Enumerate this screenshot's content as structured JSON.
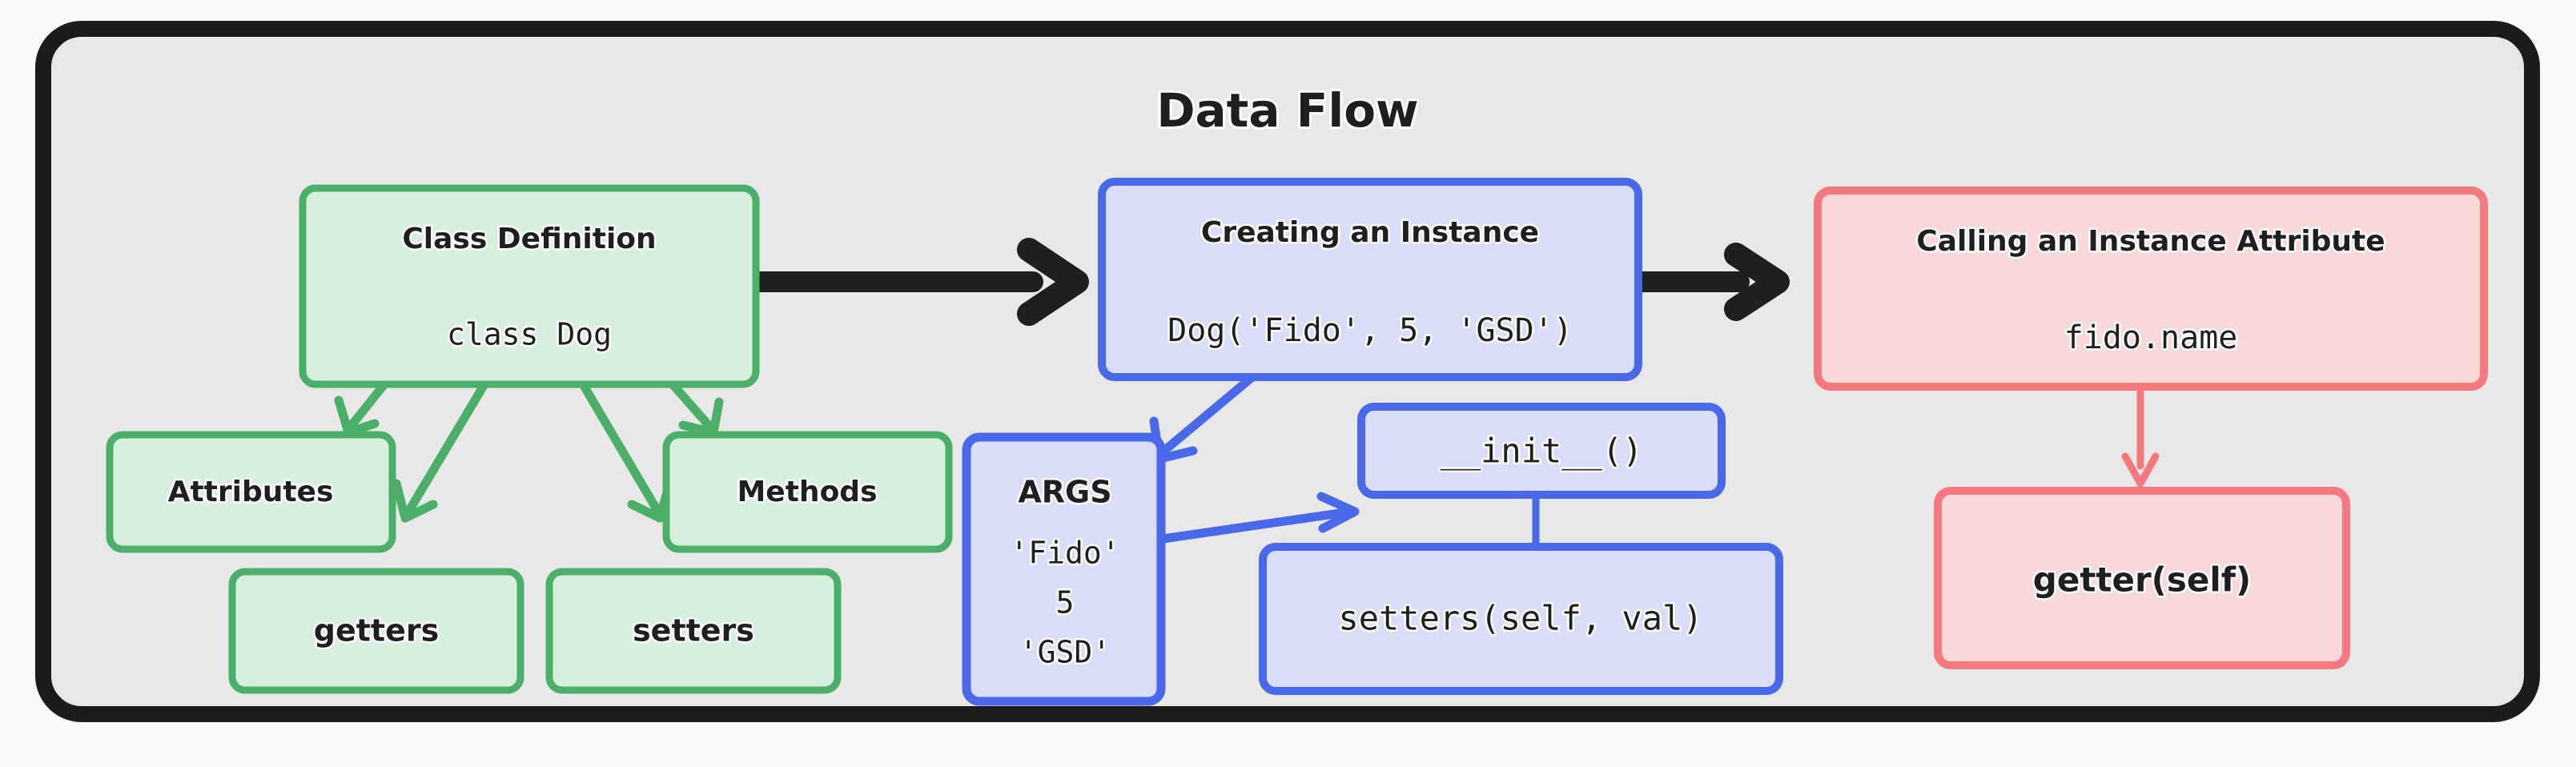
{
  "diagram": {
    "title": "Data Flow",
    "background_color": "#f8f9fa",
    "canvas_color": "#e8e8e8",
    "frame_color": "#1b1b1b",
    "palette": {
      "green_border": "#4caf69",
      "green_fill": "#d7efdd",
      "blue_border": "#4a69e8",
      "blue_fill": "#d9ddf7",
      "red_border": "#f4797e",
      "red_fill": "#f9d8da",
      "black_arrow": "#1f1f1f"
    },
    "nodes": {
      "class_definition": {
        "title": "Class Definition",
        "code": "class Dog",
        "group": "green"
      },
      "attributes": {
        "title": "Attributes",
        "group": "green"
      },
      "methods": {
        "title": "Methods",
        "group": "green"
      },
      "getters": {
        "title": "getters",
        "group": "green"
      },
      "setters": {
        "title": "setters",
        "group": "green"
      },
      "creating_an_instance": {
        "title": "Creating an Instance",
        "code": "Dog('Fido', 5, 'GSD')",
        "group": "blue"
      },
      "args": {
        "title": "ARGS",
        "line1": "'Fido'",
        "line2": "5",
        "line3": "'GSD'",
        "group": "blue"
      },
      "init": {
        "code": "__init__()",
        "group": "blue"
      },
      "setters_method": {
        "code": "setters(self, val)",
        "group": "blue"
      },
      "calling_an_instance_attribute": {
        "title": "Calling an Instance Attribute",
        "code": "fido.name",
        "group": "red"
      },
      "getter_self": {
        "title": "getter(self)",
        "group": "red"
      }
    },
    "edges": [
      {
        "name": "class-definition-to-creating-an-instance",
        "from": "class_definition",
        "to": "creating_an_instance",
        "style": "thick-black"
      },
      {
        "name": "creating-an-instance-to-calling-an-instance-attribute",
        "from": "creating_an_instance",
        "to": "calling_an_instance_attribute",
        "style": "thick-black"
      },
      {
        "name": "class-definition-to-attributes",
        "from": "class_definition",
        "to": "attributes",
        "style": "green"
      },
      {
        "name": "class-definition-to-methods",
        "from": "class_definition",
        "to": "methods",
        "style": "green"
      },
      {
        "name": "class-definition-to-getters",
        "from": "class_definition",
        "to": "getters",
        "style": "green"
      },
      {
        "name": "class-definition-to-setters",
        "from": "class_definition",
        "to": "setters",
        "style": "green"
      },
      {
        "name": "creating-an-instance-to-args",
        "from": "creating_an_instance",
        "to": "args",
        "style": "blue"
      },
      {
        "name": "args-to-init",
        "from": "args",
        "to": "init",
        "style": "blue"
      },
      {
        "name": "init-to-setters-method",
        "from": "init",
        "to": "setters_method",
        "style": "blue"
      },
      {
        "name": "calling-an-instance-attribute-to-getter-self",
        "from": "calling_an_instance_attribute",
        "to": "getter_self",
        "style": "red"
      }
    ]
  }
}
